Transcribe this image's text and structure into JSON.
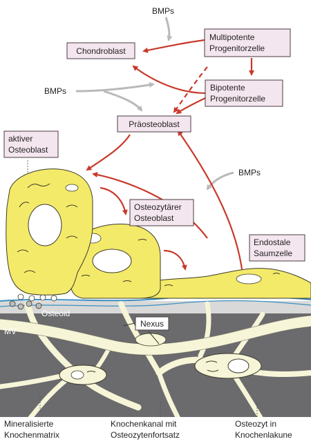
{
  "labels": {
    "bmps_top": "BMPs",
    "bmps_left": "BMPs",
    "bmps_right": "BMPs",
    "chondroblast": "Chondroblast",
    "multipotente_1": "Multipotente",
    "multipotente_2": "Progenitorzelle",
    "bipotente_1": "Bipotente",
    "bipotente_2": "Progenitorzelle",
    "praeosteoblast": "Präosteoblast",
    "aktiver_1": "aktiver",
    "aktiver_2": "Osteoblast",
    "osteozytaerer_1": "Osteozytärer",
    "osteozytaerer_2": "Osteoblast",
    "endostale_1": "Endostale",
    "endostale_2": "Saumzelle",
    "osteoid": "Osteoid",
    "mv": "MV",
    "nexus": "Nexus",
    "matrix_1": "Mineralisierte",
    "matrix_2": "Knochenmatrix",
    "kanal_1": "Knochenkanal mit",
    "kanal_2": "Osteozytenfortsatz",
    "lakune_1": "Osteozyt in",
    "lakune_2": "Knochenlakune"
  },
  "colors": {
    "arrow_red": "#c8392b",
    "arrow_grey": "#b9b9b9",
    "cell_yellow": "#f4ea6a",
    "cell_outline": "#3a3a28",
    "matrix_grey": "#6b6b6e",
    "canal_cream": "#f7f5d8",
    "box_fill": "#f3e6ee",
    "osteoid_blue": "#3b8fc0"
  }
}
